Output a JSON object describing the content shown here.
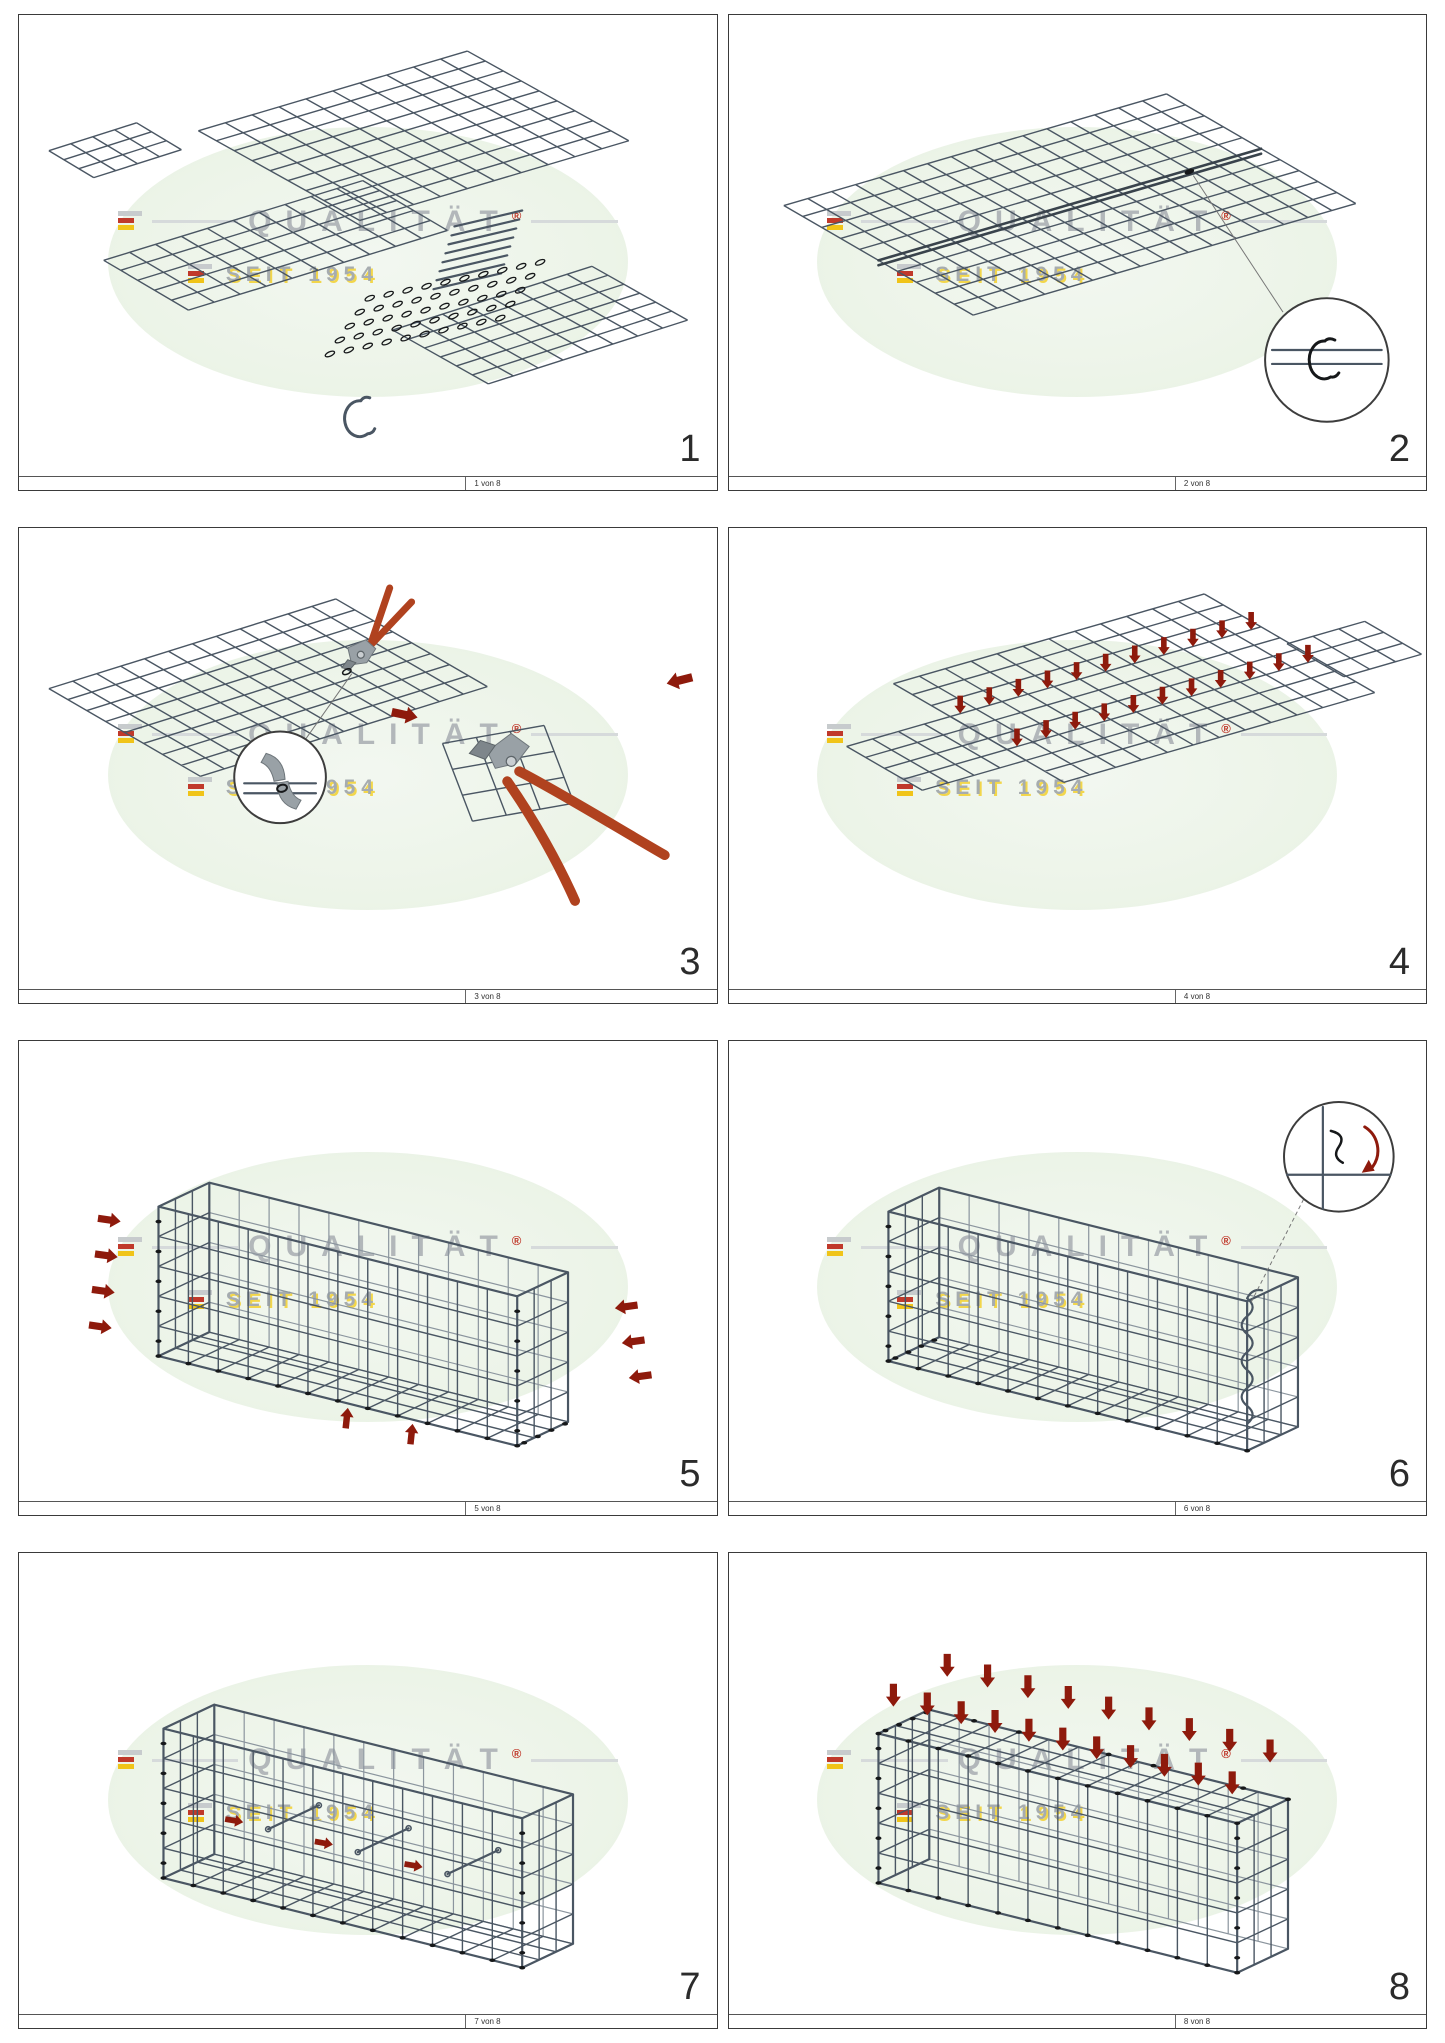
{
  "watermark": {
    "brand": "QUALITÄT",
    "registered": "®",
    "since": "SEIT 1954"
  },
  "colors": {
    "wire": "#4a5663",
    "wirefar": "#8b959e",
    "arrow": "#8e1a0c",
    "clip": "#16181a",
    "handle": "#b0421f",
    "tool": "#99a1a6",
    "ellipse": "#e9f2e4",
    "wmtext": "#b2b7ba",
    "wmyellow": "#f2d64b"
  },
  "panels": [
    {
      "step": "1",
      "page": "1 von 8"
    },
    {
      "step": "2",
      "page": "2 von 8"
    },
    {
      "step": "3",
      "page": "3 von 8"
    },
    {
      "step": "4",
      "page": "4 von 8"
    },
    {
      "step": "5",
      "page": "5 von 8"
    },
    {
      "step": "6",
      "page": "6 von 8"
    },
    {
      "step": "7",
      "page": "7 von 8"
    },
    {
      "step": "8",
      "page": "8 von 8"
    }
  ]
}
